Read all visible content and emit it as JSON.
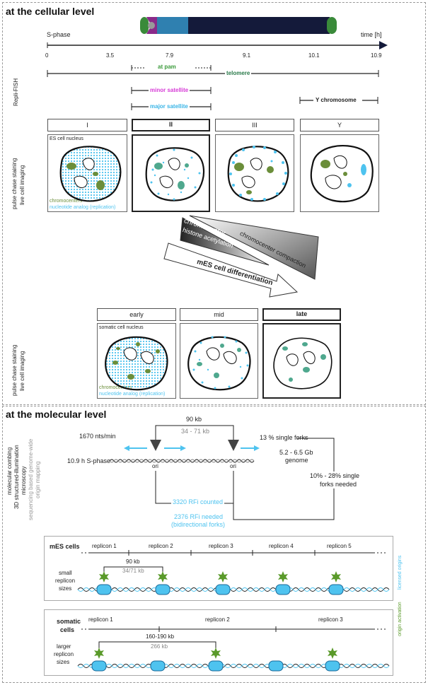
{
  "cellular": {
    "title": "at the cellular level",
    "sphase_label": "S-phase",
    "time_label": "time [h]",
    "ticks": [
      "0",
      "3.5",
      "7.9",
      "9.1",
      "10.1",
      "10.9"
    ],
    "repli_fish_label": "Repli-FISH",
    "atpam_label": "at pam",
    "telomere_label": "telomere",
    "minor_sat_label": "minor satellite",
    "major_sat_label": "major satellite",
    "ychrom_label": "Y chromosome",
    "pulse_label_1": "pulse chase staining",
    "pulse_label_2": "live cell imaging",
    "stage_headers": [
      "I",
      "II",
      "III",
      "Y"
    ],
    "es_nucleus_label": "ES cell nucleus",
    "legend_chromocenters": "chromocenters",
    "legend_nucleotide": "nucleotide analog (replication)",
    "wedge_chromocenter": "chromocenter",
    "wedge_histone": "histone acetylation",
    "wedge_compaction": "chromocenter compaction",
    "diff_label": "mES cell differentiation",
    "late_headers": [
      "early",
      "mid",
      "late"
    ],
    "somatic_nucleus_label": "somatic cell nucleus",
    "colors": {
      "green": "#6b8e3a",
      "teal": "#4fa88e",
      "cyan": "#4ec3ef",
      "magenta": "#d63ad6",
      "navy": "#141a3a"
    }
  },
  "molecular": {
    "title": "at the molecular level",
    "method_1": "molecular combing",
    "method_2": "3D structured-illumination",
    "method_3": "microscopy",
    "method_4": "sequencing based genome-wide",
    "method_5": "origin mapping",
    "kb90": "90 kb",
    "kb_range": "34 - 71 kb",
    "nts_rate": "1670 nts/min",
    "sphase_len": "10.9 h S-phase",
    "ori": "ori",
    "single_forks": "13 % single forks",
    "genome_1": "5.2 - 6.5 Gb",
    "genome_2": "genome",
    "rfi_counted": "3320 RFi counted",
    "rfi_needed_1": "2376 RFi needed",
    "rfi_needed_2": "(bidirectional forks)",
    "forks_needed_1": "10% - 28% single",
    "forks_needed_2": "forks needed",
    "mes_label": "mES cells",
    "mes_replicons": [
      "replicon 1",
      "replicon 2",
      "replicon 3",
      "replicon 4",
      "replicon 5"
    ],
    "mes_kb": "90 kb",
    "mes_kb_range": "34/71 kb",
    "small_1": "small",
    "small_2": "replicon",
    "small_3": "sizes",
    "somatic_1": "somatic",
    "somatic_2": "cells",
    "som_replicons": [
      "replicon 1",
      "replicon 2",
      "replicon 3"
    ],
    "som_kb": "160-190  kb",
    "som_kb_range": "266 kb",
    "larger_1": "larger",
    "larger_2": "replicon",
    "larger_3": "sizes",
    "side_origin_activation": "origin activation",
    "side_licensed": "licensed origins"
  }
}
